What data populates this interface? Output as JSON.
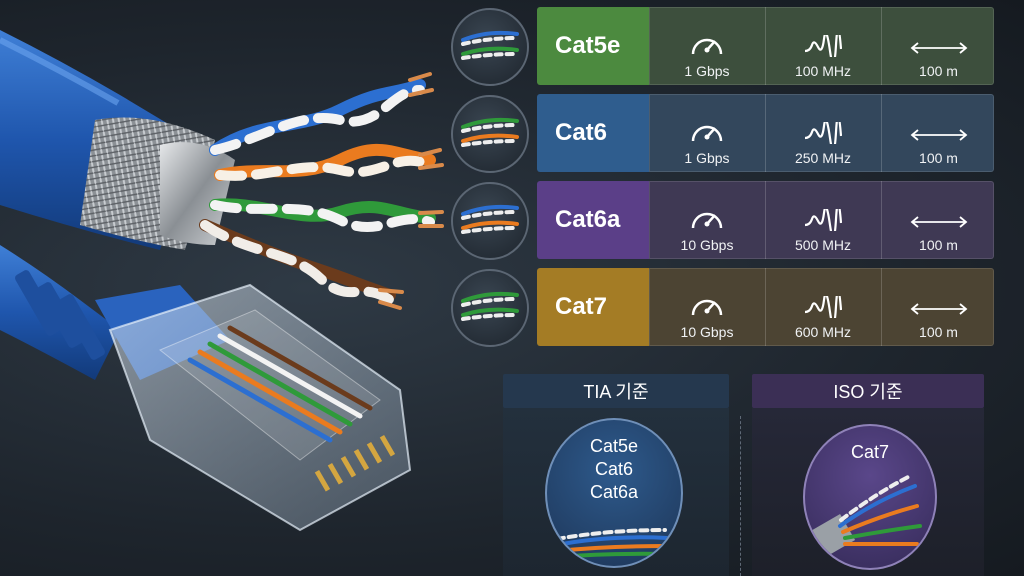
{
  "categories": [
    {
      "name": "Cat5e",
      "speed": "1 Gbps",
      "frequency": "100 MHz",
      "distance": "100 m",
      "color": "#4c8a3f"
    },
    {
      "name": "Cat6",
      "speed": "1 Gbps",
      "frequency": "250 MHz",
      "distance": "100 m",
      "color": "#2f5d8e"
    },
    {
      "name": "Cat6a",
      "speed": "10 Gbps",
      "frequency": "500 MHz",
      "distance": "100 m",
      "color": "#5b3f88"
    },
    {
      "name": "Cat7",
      "speed": "10 Gbps",
      "frequency": "600 MHz",
      "distance": "100 m",
      "color": "#a47c25"
    }
  ],
  "icons": {
    "speed": "speedometer-icon",
    "frequency": "waveform-icon",
    "distance": "double-arrow-icon"
  },
  "standards": {
    "tia": {
      "label": "TIA 기준",
      "items": [
        "Cat5e",
        "Cat6",
        "Cat6a"
      ]
    },
    "iso": {
      "label": "ISO 기준",
      "items": [
        "Cat7"
      ]
    }
  }
}
